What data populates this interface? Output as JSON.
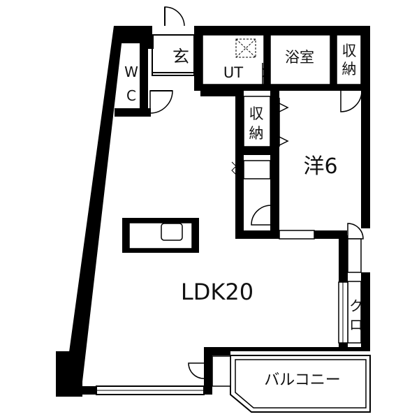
{
  "rooms": {
    "entrance": "玄",
    "wc": [
      "W",
      "C"
    ],
    "utility": "UT",
    "bathroom": "浴室",
    "storage_top": [
      "収",
      "納"
    ],
    "storage_mid": [
      "収",
      "納"
    ],
    "western_room": "洋6",
    "ldk": "LDK20",
    "closet": [
      "ク",
      "ロ"
    ],
    "balcony": "バルコニー"
  }
}
